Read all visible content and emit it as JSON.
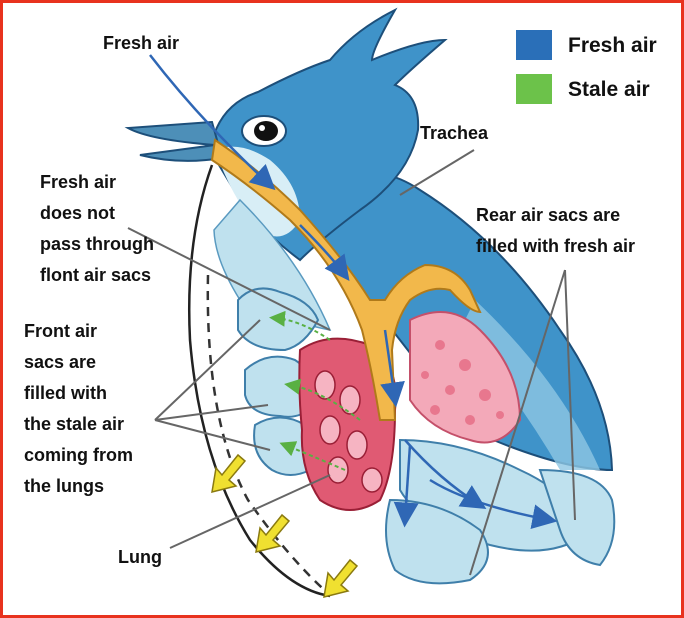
{
  "legend": {
    "items": [
      {
        "label": "Fresh air",
        "color": "#2a6fb8"
      },
      {
        "label": "Stale air",
        "color": "#6cc24a"
      }
    ]
  },
  "labels": {
    "fresh_air_top": "Fresh air",
    "trachea": "Trachea",
    "not_front": "Fresh air\ndoes not\npass through\nflont air sacs",
    "rear_sacs": "Rear air sacs are\nfilled with fresh air",
    "front_sacs": "Front air\nsacs are\nfilled with\nthe stale air\ncoming from\nthe lungs",
    "lung": "Lung"
  },
  "colors": {
    "frame": "#e8321e",
    "bird_blue": "#3f93c9",
    "bird_light": "#bfe1ee",
    "trachea": "#f2b84b",
    "lung": "#e05a73",
    "lung_light": "#f3a9b9",
    "airflow_arrow": "#2f67b5",
    "expansion_arrow": "#f0e030"
  }
}
